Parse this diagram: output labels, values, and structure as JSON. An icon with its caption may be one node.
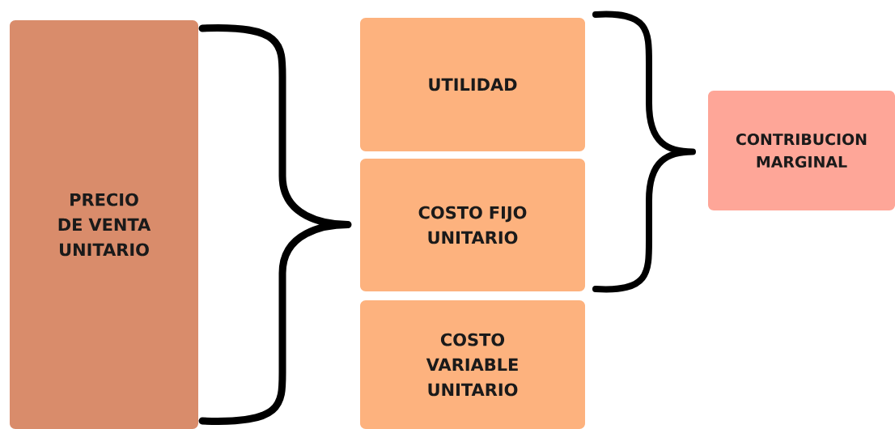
{
  "diagram": {
    "nodes": [
      {
        "text": [
          "PRECIO DE VENTA UNITARIO"
        ]
      },
      {
        "text": [
          "UTILIDAD"
        ]
      },
      {
        "text": [
          "COSTO FIJO UNITARIO"
        ]
      },
      {
        "text": [
          "COSTO VARIABLE UNITARIO"
        ]
      },
      {
        "text": [
          "CONTRIBUCION MARGINAL"
        ]
      }
    ]
  }
}
